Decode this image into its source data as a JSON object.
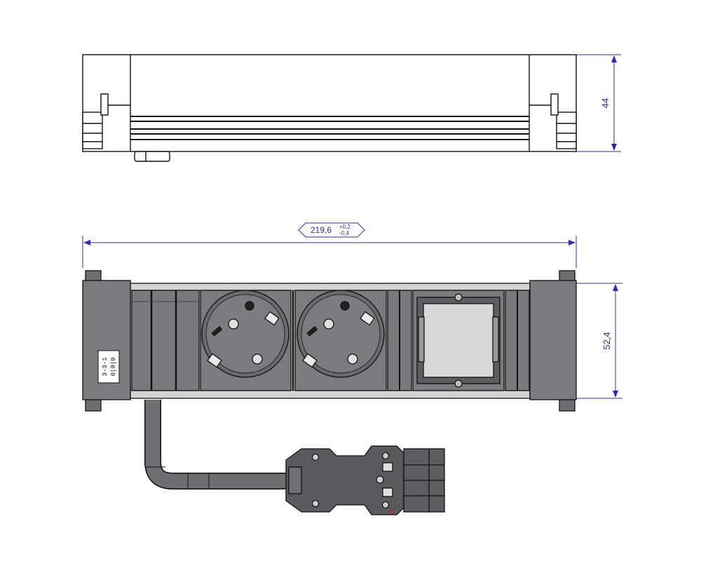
{
  "dimensions": {
    "height_label": "44",
    "width_main": "219,6",
    "width_tol_plus": "+0,2",
    "width_tol_minus": "-0,4",
    "depth_label": "52,4"
  },
  "label_plate": {
    "line1": "3-3-1",
    "line2": "0|0|0"
  },
  "colors": {
    "dimension": "#2a2ac0",
    "outline": "#111111",
    "body_gray": "#7c7c80",
    "dark_gray": "#5a5a5e",
    "light_gray": "#c8c8ca"
  }
}
